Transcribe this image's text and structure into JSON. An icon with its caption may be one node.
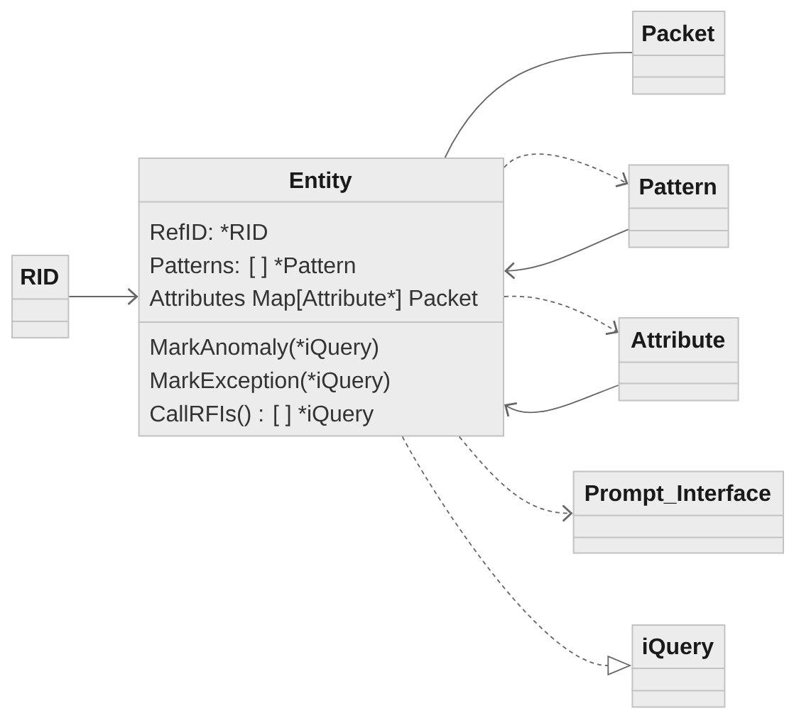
{
  "diagram": {
    "nodes": [
      {
        "text": [
          "RID"
        ]
      },
      {
        "text": [
          "Entity",
          "RefID: *RID",
          "Patterns: [ ] *Pattern",
          "Attributes Map[Attribute*] Packet",
          "MarkAnomaly(*iQuery)",
          "MarkException(*iQuery)",
          "CallRFIs() : [ ] *iQuery"
        ]
      },
      {
        "text": [
          "Packet"
        ]
      },
      {
        "text": [
          "Pattern"
        ]
      },
      {
        "text": [
          "Attribute"
        ]
      },
      {
        "text": [
          "Prompt_Interface"
        ]
      },
      {
        "text": [
          "iQuery"
        ]
      }
    ],
    "edges": [
      {
        "from": 0,
        "to": 1,
        "arrow": "to"
      },
      {
        "from": 1,
        "to": 2,
        "arrow": "none"
      },
      {
        "from": 1,
        "to": 3,
        "arrow": "to",
        "style": "dashed"
      },
      {
        "from": 3,
        "to": 1,
        "arrow": "to"
      },
      {
        "from": 1,
        "to": 4,
        "arrow": "to",
        "style": "dashed"
      },
      {
        "from": 4,
        "to": 1,
        "arrow": "to"
      },
      {
        "from": 1,
        "to": 5,
        "arrow": "to",
        "style": "dashed"
      },
      {
        "from": 1,
        "to": 6,
        "arrow": "to",
        "style": "dashed"
      }
    ]
  }
}
